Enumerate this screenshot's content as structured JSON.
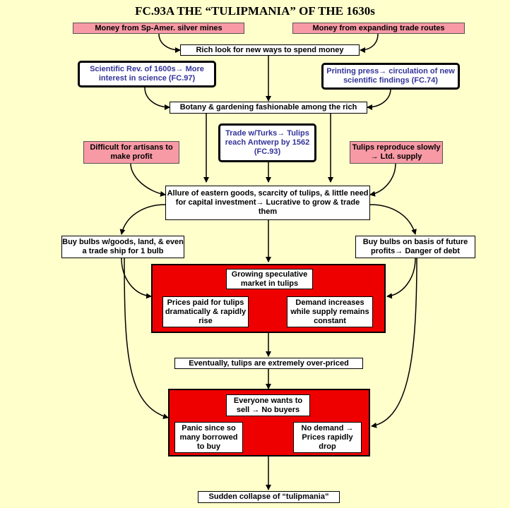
{
  "title": "FC.93A  THE “TULIPMANIA” OF THE 1630s",
  "nodes": {
    "silver_mines": "Money from Sp-Amer. silver mines",
    "trade_routes": "Money from expanding trade routes",
    "rich_look": "Rich look for new ways to spend money",
    "sci_rev": "Scientific Rev. of 1600s→ More interest in science (FC.97)",
    "printing_press": "Printing press→ circulation of new scientific findings (FC.74)",
    "botany": "Botany & gardening fashionable among the rich",
    "trade_turks": "Trade w/Turks→ Tulips reach Antwerp by 1562 (FC.93)",
    "artisans": "Difficult for artisans to make profit",
    "tulips_reproduce": "Tulips reproduce slowly → Ltd. supply",
    "allure": "Allure of eastern goods, scarcity of tulips, & little need for capital investment→ Lucrative to grow & trade them",
    "buy_goods": "Buy bulbs w/goods, land, & even a trade ship for 1 bulb",
    "buy_future": "Buy bulbs on basis of future profits→ Danger of debt",
    "speculative": "Growing speculative market in tulips",
    "demand_increases": "Demand increases while supply remains constant",
    "prices_rise": "Prices paid for tulips dramatically & rapidly rise",
    "overpriced": "Eventually, tulips are extremely over-priced",
    "everyone_sell": "Everyone wants to sell → No buyers",
    "no_demand": "No demand → Prices rapidly drop",
    "panic": "Panic since so many borrowed to buy",
    "collapse": "Sudden collapse of “tulipmania”"
  },
  "colors": {
    "background": "#ffffcc",
    "pink_box": "#f79aa5",
    "red_panel": "#ee0000",
    "blue_text": "#333399"
  }
}
